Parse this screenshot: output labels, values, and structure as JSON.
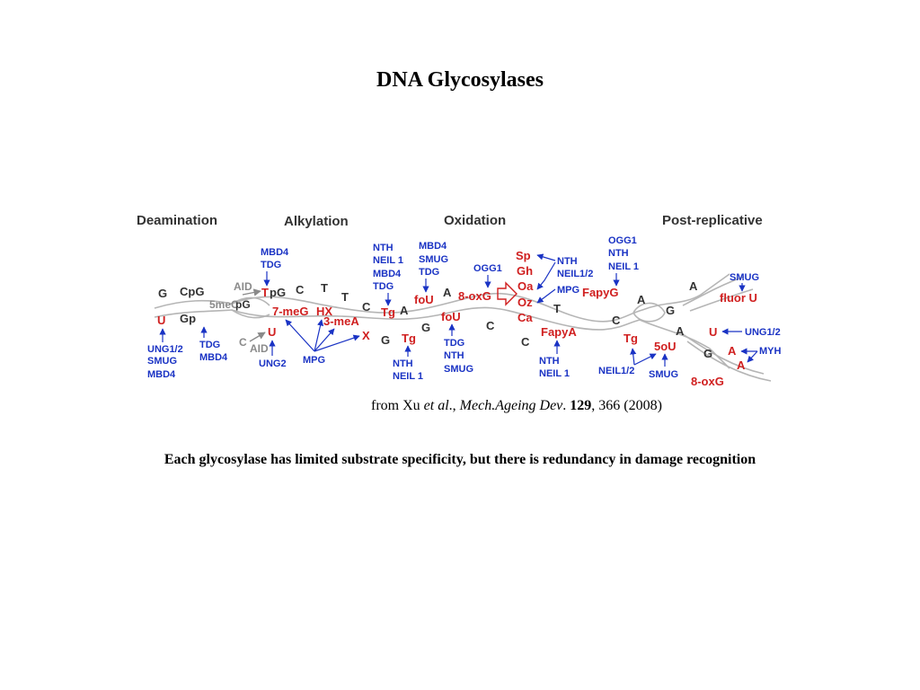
{
  "slide": {
    "title": "DNA Glycosylases",
    "caption": "Each glycosylase has limited substrate specificity, but there is redundancy in damage recognition"
  },
  "citation": {
    "prefix": "from Xu ",
    "etal": "et al",
    "sep1": ".,",
    "journal": "Mech.Ageing Dev",
    "sep2": ". ",
    "volume": "129",
    "rest": ", 366 (2008)"
  },
  "diagram": {
    "colors": {
      "damage": "#d02020",
      "enzyme": "#1a33c4",
      "base": "#333333",
      "gray": "#8a8a8a",
      "strand": "#b5b5b5"
    },
    "headings": {
      "deamination": "Deamination",
      "alkylation": "Alkylation",
      "oxidation": "Oxidation",
      "post_replicative": "Post-replicative"
    },
    "bases": {
      "g1": "G",
      "cpg": "CpG",
      "gpu_gp": "Gp",
      "gpu_u": "U",
      "c_top1": "C",
      "t_top1": "T",
      "t_top2": "T",
      "c_top2": "C",
      "a_top1": "A",
      "g_bot1": "G",
      "g_bot2": "G",
      "c_bot1": "C",
      "a_top2": "A",
      "c_bot2": "C",
      "t_top3": "T",
      "c_bot3": "C",
      "a_top3": "A",
      "g_top4": "G",
      "a_post1": "A",
      "a_bot4": "A",
      "g_bot5": "G"
    },
    "gray_labels": {
      "aid_top": "AID",
      "aid_bot": "AID",
      "fivemec": "5meC",
      "c_bot_gray": "C"
    },
    "lesions": {
      "u_left": "U",
      "tpg_t": "T",
      "tpg_pg": "pG",
      "pg_mid": "pG",
      "u_mid": "U",
      "seven_meg": "7-meG",
      "hx": "HX",
      "three_mea": "3-meA",
      "x": "X",
      "tg1": "Tg",
      "tg2": "Tg",
      "fou1": "foU",
      "fou2": "foU",
      "eight_oxg": "8-oxG",
      "sp": "Sp",
      "gh": "Gh",
      "oa": "Oa",
      "oz": "Oz",
      "ca": "Ca",
      "fapyg": "FapyG",
      "fapya": "FapyA",
      "tg3": "Tg",
      "fiveou": "5oU",
      "fluor_u": "fluor U",
      "u_post": "U",
      "a_post": "A",
      "a_post2": "A",
      "eight_oxg2": "8-oxG"
    },
    "enzymes": {
      "ung12_smug_mbd4": [
        "UNG1/2",
        "SMUG",
        "MBD4"
      ],
      "tdg_mbd4": [
        "TDG",
        "MBD4"
      ],
      "mbd4_tdg": [
        "MBD4",
        "TDG"
      ],
      "ung2": "UNG2",
      "mpg": "MPG",
      "nth_neil1_mbd4_tdg": [
        "NTH",
        "NEIL 1",
        "MBD4",
        "TDG"
      ],
      "nth_neil1_a": [
        "NTH",
        "NEIL 1"
      ],
      "mbd4_smug_tdg": [
        "MBD4",
        "SMUG",
        "TDG"
      ],
      "tdg_nth_smug": [
        "TDG",
        "NTH",
        "SMUG"
      ],
      "ogg1": "OGG1",
      "nth_neil12_mpg": [
        "NTH",
        "NEIL1/2",
        "MPG"
      ],
      "nth_neil1_b": [
        "NTH",
        "NEIL 1"
      ],
      "ogg1_nth_neil1": [
        "OGG1",
        "NTH",
        "NEIL 1"
      ],
      "neil12": "NEIL1/2",
      "smug_b": "SMUG",
      "smug_post": "SMUG",
      "ung12_post": "UNG1/2",
      "myh": "MYH"
    }
  }
}
